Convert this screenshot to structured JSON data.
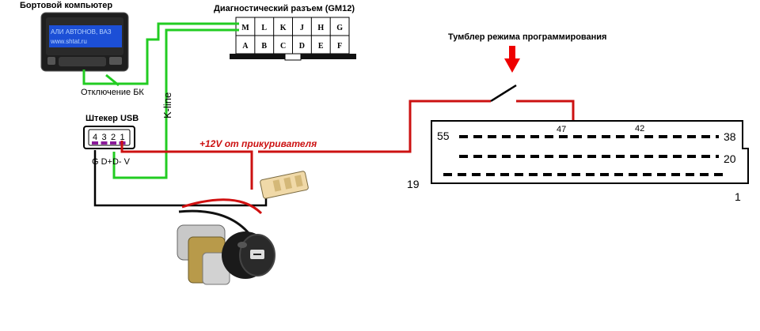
{
  "labels": {
    "onboard_computer": "Бортовой компьютер",
    "diag_connector": "Диагностический разъем (GM12)",
    "disconnect_bk": "Отключение БК",
    "k_line": "K-line",
    "usb_plug": "Штекер USB",
    "power_note": "+12V от прикуривателя",
    "toggle_switch": "Тумблер режима программирования"
  },
  "display": {
    "line1": "АЛИ АВТОНОВ, ВАЗ",
    "line2": "www.shtat.ru"
  },
  "gm12_pins": {
    "top": [
      "M",
      "L",
      "K",
      "J",
      "H",
      "G"
    ],
    "bottom": [
      "A",
      "B",
      "C",
      "D",
      "E",
      "F"
    ]
  },
  "usb_pins": {
    "numbers": [
      "4",
      "3",
      "2",
      "1"
    ],
    "signals": "G D+D- V"
  },
  "ecu_connector": {
    "pin_55": "55",
    "pin_47": "47",
    "pin_42": "42",
    "pin_38": "38",
    "pin_20": "20",
    "pin_19": "19",
    "pin_1": "1"
  },
  "colors": {
    "wire_green": "#22cc22",
    "wire_red": "#cc1111",
    "wire_black": "#000000",
    "arrow_red": "#ee0000",
    "usb_pin_purple": "#8a1a9a"
  }
}
